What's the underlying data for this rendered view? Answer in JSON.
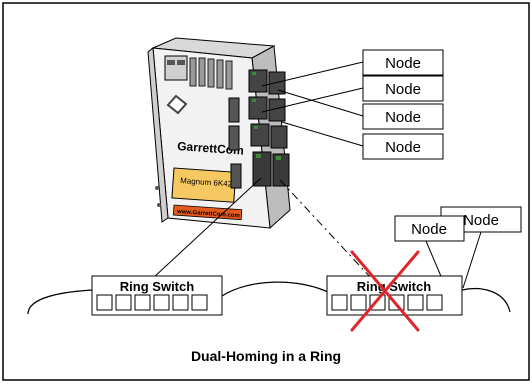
{
  "caption": "Dual-Homing in a Ring",
  "device": {
    "brand": "GarrettCom",
    "model": "Magnum 6K42",
    "website": "www.GarrettCom.com"
  },
  "nodes": [
    "Node",
    "Node",
    "Node",
    "Node",
    "Node",
    "Node"
  ],
  "ring_switches": [
    {
      "label": "Ring Switch",
      "status": "active"
    },
    {
      "label": "Ring Switch",
      "status": "failed"
    }
  ],
  "colors": {
    "failure_mark": "#e0242a",
    "device_body": "#f2f2f2",
    "port_green": "#3a8a3a",
    "website_bar": "#e35a1f"
  }
}
